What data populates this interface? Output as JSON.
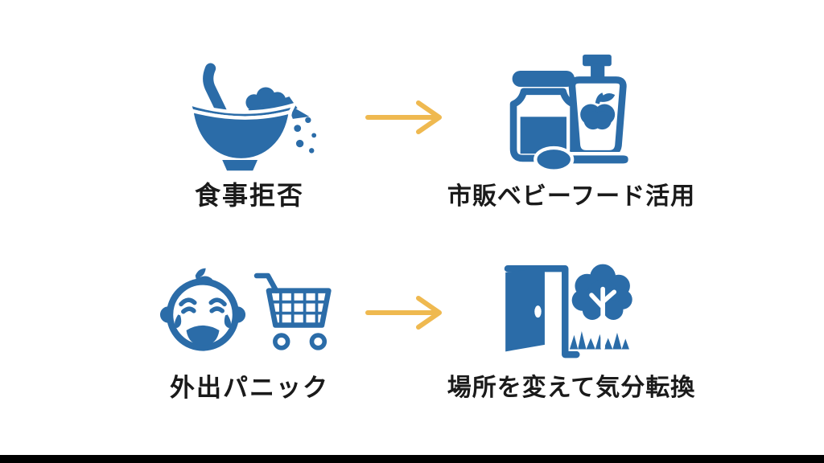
{
  "colors": {
    "icon_blue": "#2B6CA8",
    "arrow_gold": "#EFB950",
    "label_text": "#1A1A1A",
    "background": "#FFFFFF",
    "bottom_bar": "#000000"
  },
  "rows": [
    {
      "problem": {
        "label": "食事拒否",
        "icon": "baby-food-bowl-spill-icon"
      },
      "arrow": {
        "icon": "right-arrow-icon",
        "direction": "right"
      },
      "solution": {
        "label": "市販ベビーフード活用",
        "icon": "baby-food-jar-pouch-spoon-icon"
      }
    },
    {
      "problem": {
        "label": "外出パニック",
        "icon": "crying-baby-shopping-cart-icon"
      },
      "arrow": {
        "icon": "right-arrow-icon",
        "direction": "right"
      },
      "solution": {
        "label": "場所を変えて気分転換",
        "icon": "open-door-tree-icon"
      }
    }
  ]
}
